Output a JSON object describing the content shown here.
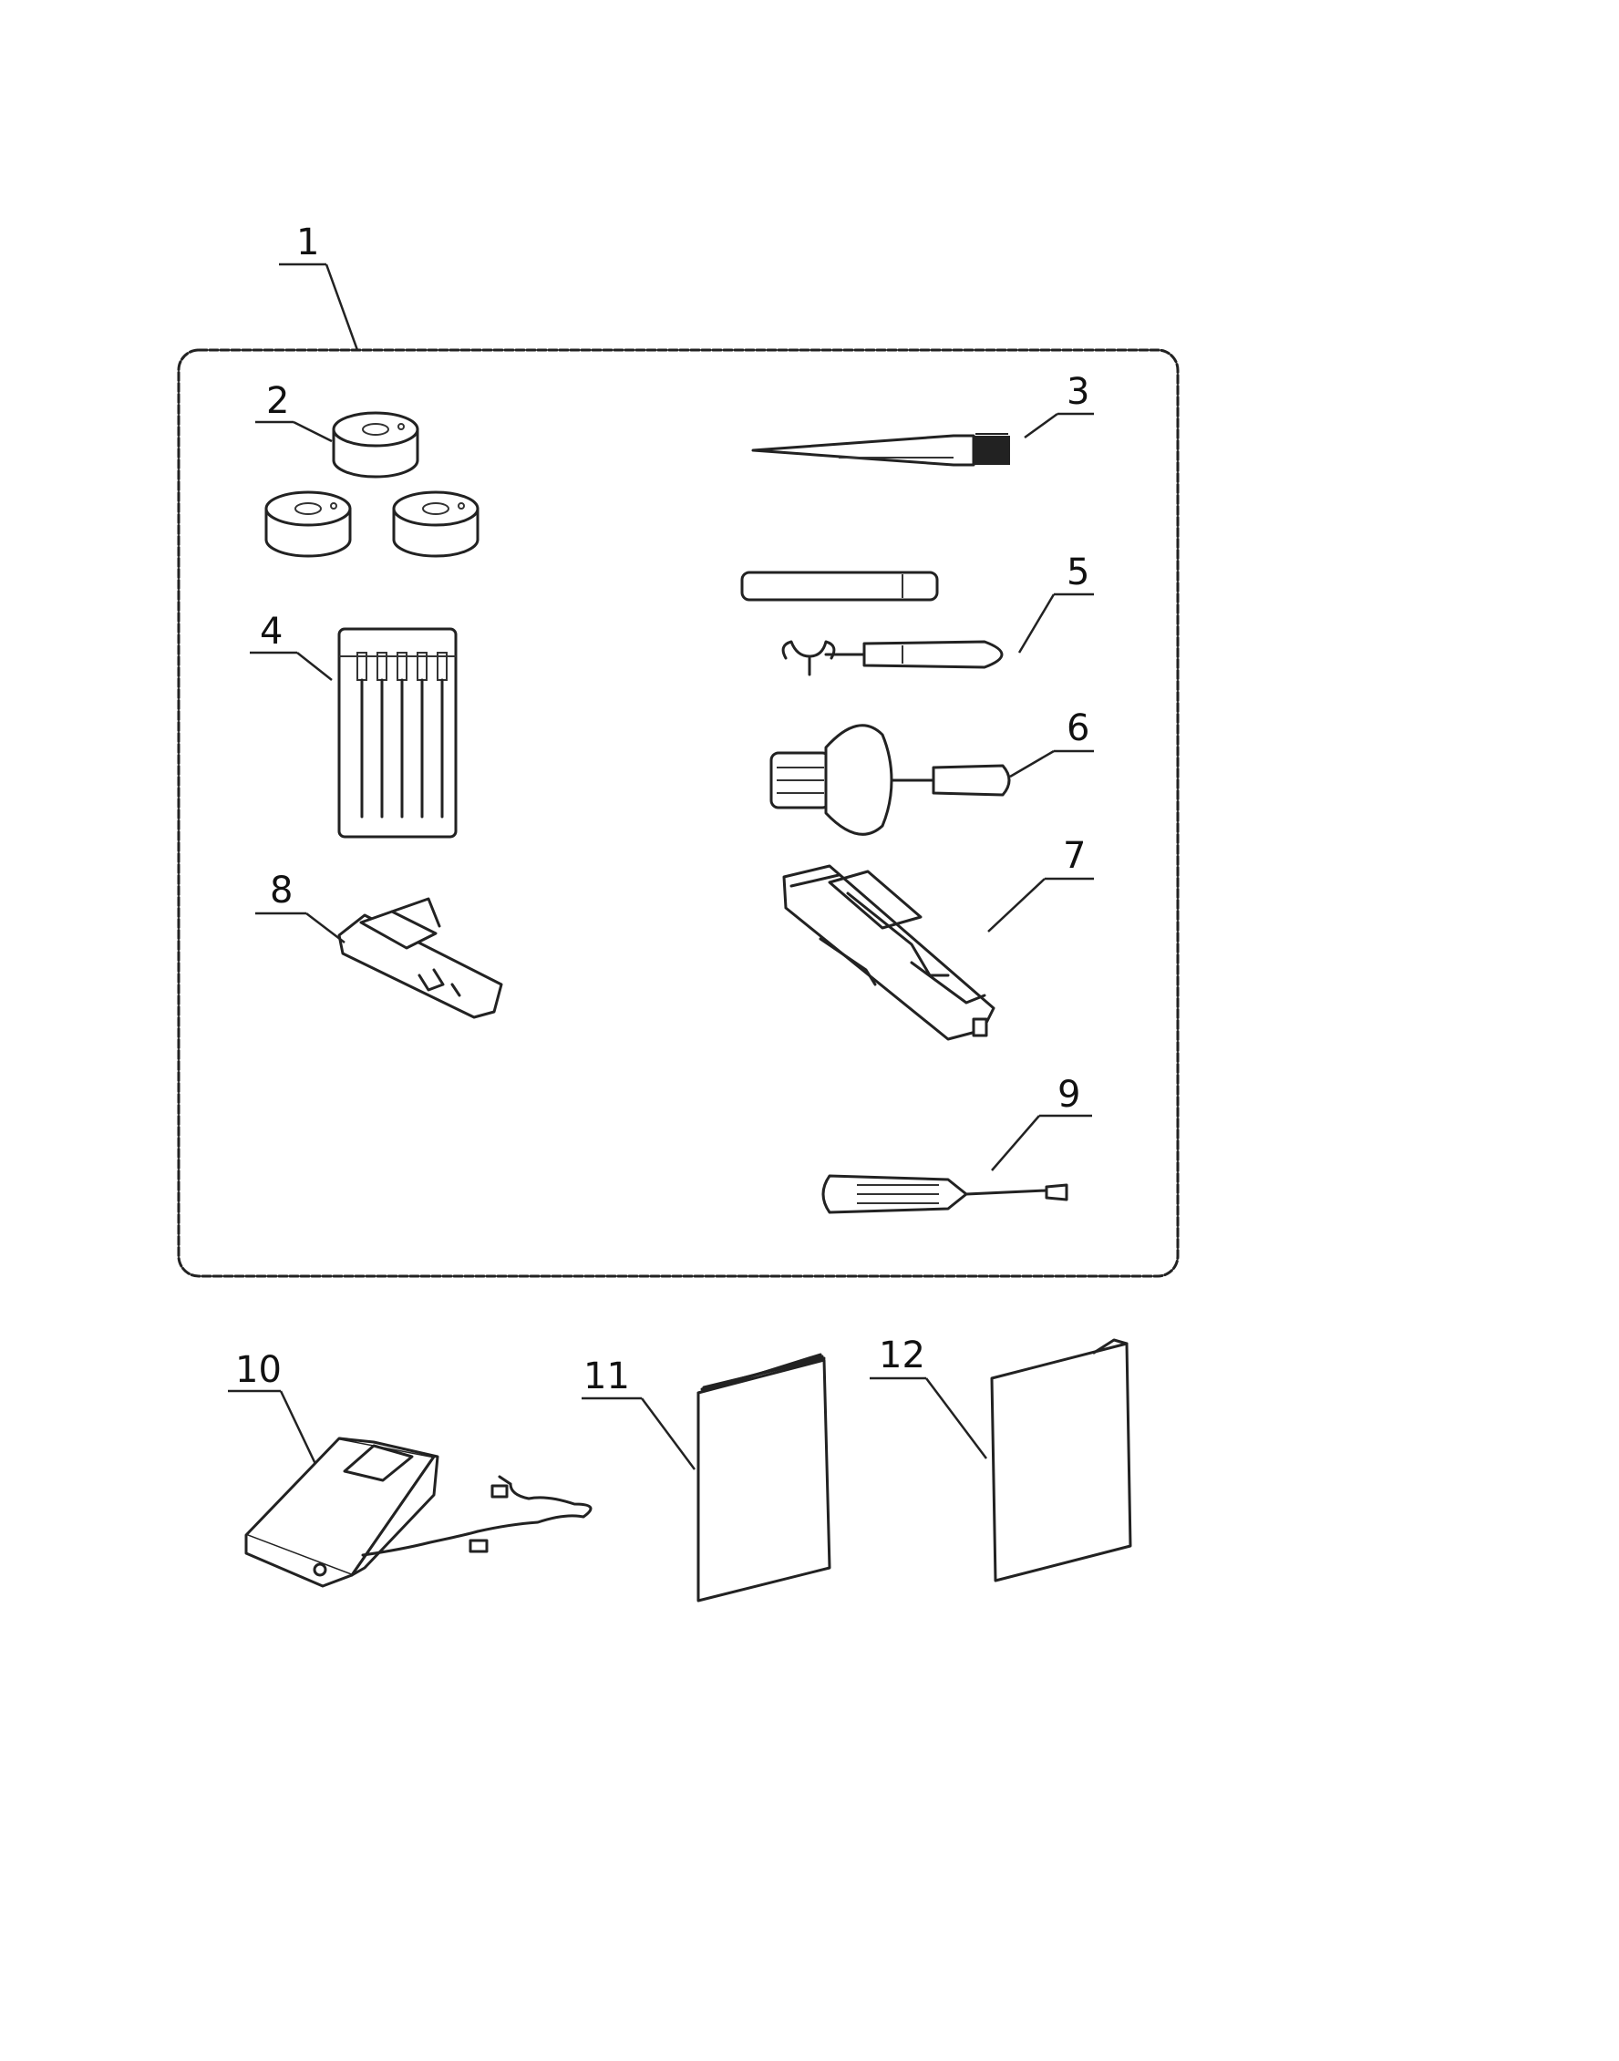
{
  "callouts": {
    "c1": "1",
    "c2": "2",
    "c3": "3",
    "c4": "4",
    "c5": "5",
    "c6": "6",
    "c7": "7",
    "c8": "8",
    "c9": "9",
    "c10": "10",
    "c11": "11",
    "c12": "12"
  },
  "colors": {
    "ink": "#222222",
    "background": "#ffffff"
  }
}
